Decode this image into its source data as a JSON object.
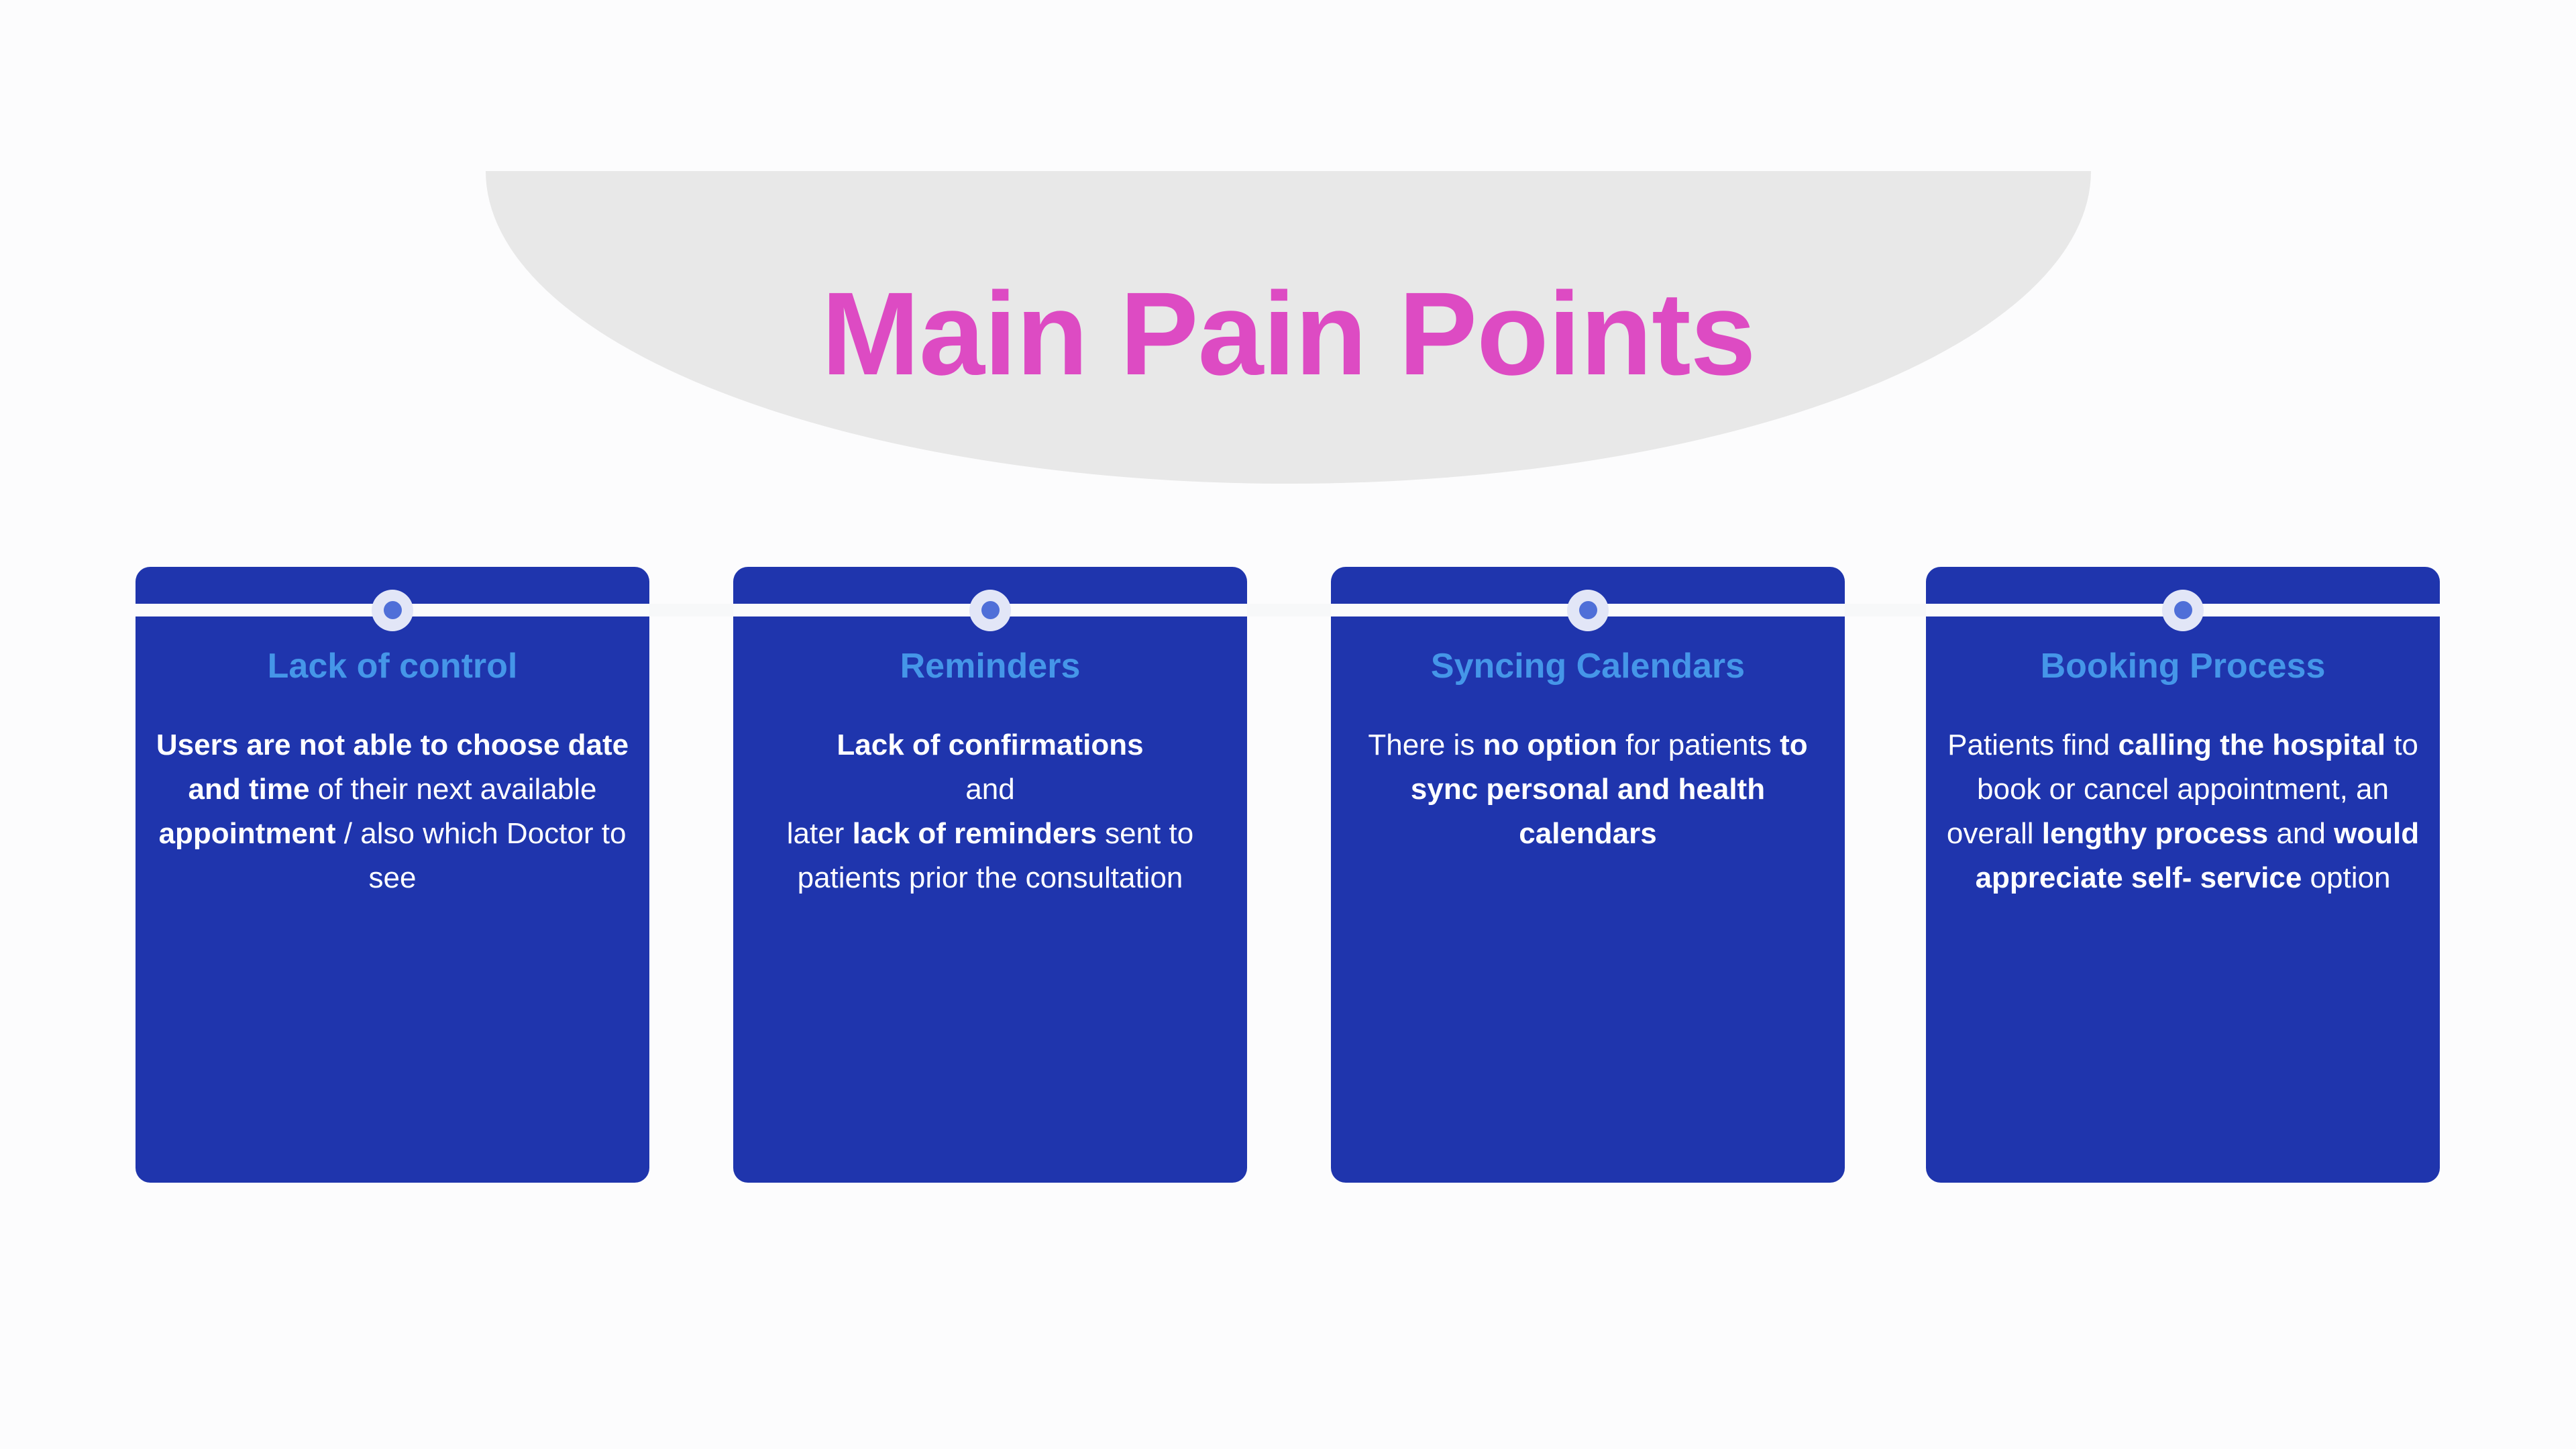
{
  "page": {
    "background_color": "#fcfcfd"
  },
  "header": {
    "title": "Main Pain Points",
    "title_color": "#dd4bc3",
    "banner_color": "#e8e8e8"
  },
  "cards_section": {
    "card_background_color": "#1f35ad",
    "card_heading_color": "#4596e8",
    "divider_color": "#fafbfc",
    "marker_ring_color": "#e2e6f7",
    "marker_dot_color": "#4f6fd8",
    "cards": [
      {
        "heading": "Lack of control",
        "body_runs": [
          {
            "text": "Users are not able to choose date and time",
            "bold": true
          },
          {
            "text": " of their next available ",
            "bold": false
          },
          {
            "text": "appointment",
            "bold": true
          },
          {
            "text": " / also which Doctor to see",
            "bold": false
          }
        ]
      },
      {
        "heading": "Reminders",
        "body_runs": [
          {
            "text": "Lack of confirmations",
            "bold": true
          },
          {
            "text": "\nand\nlater ",
            "bold": false
          },
          {
            "text": "lack of reminders",
            "bold": true
          },
          {
            "text": " sent to patients prior the consultation",
            "bold": false
          }
        ]
      },
      {
        "heading": "Syncing Calendars",
        "body_runs": [
          {
            "text": "There is ",
            "bold": false
          },
          {
            "text": "no option",
            "bold": true
          },
          {
            "text": " for patients ",
            "bold": false
          },
          {
            "text": "to sync personal and health calendars",
            "bold": true
          }
        ]
      },
      {
        "heading": "Booking Process",
        "body_runs": [
          {
            "text": "Patients find ",
            "bold": false
          },
          {
            "text": "calling the hospital",
            "bold": true
          },
          {
            "text": " to book or cancel appointment, an overall ",
            "bold": false
          },
          {
            "text": "lengthy process",
            "bold": true
          },
          {
            "text": " and ",
            "bold": false
          },
          {
            "text": "  would appreciate self- service",
            "bold": true
          },
          {
            "text": " option",
            "bold": false
          }
        ]
      }
    ]
  }
}
